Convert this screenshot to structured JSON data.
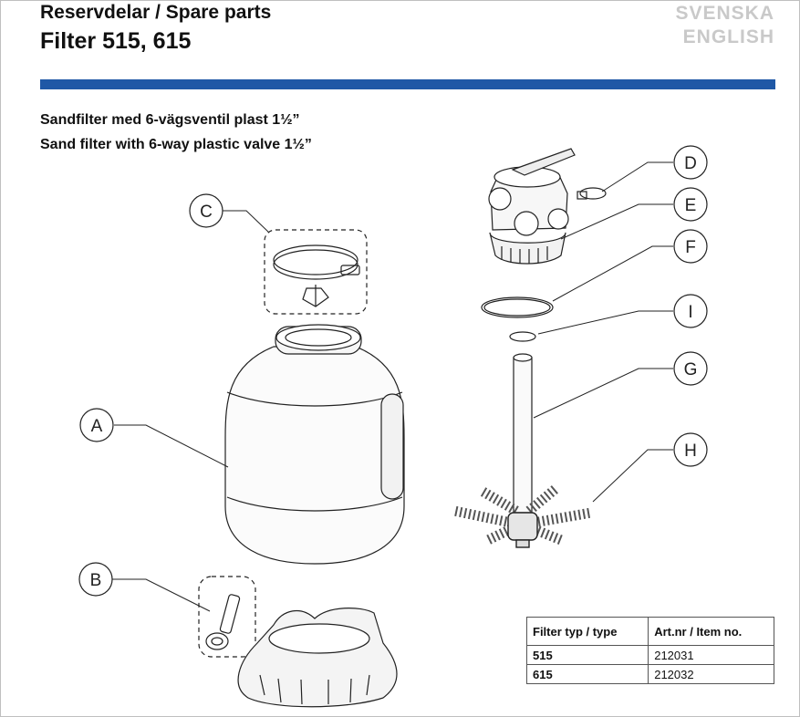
{
  "header": {
    "title_line1": "Reservdelar / Spare parts",
    "title_line2": "Filter 515, 615",
    "lang_primary": "SVENSKA",
    "lang_secondary": "ENGLISH",
    "accent_color": "#1f58a6"
  },
  "subtitle": {
    "swedish": "Sandfilter med 6-vägsventil plast 1½”",
    "english": "Sand filter with 6-way plastic valve 1½”"
  },
  "callouts": [
    "A",
    "B",
    "C",
    "D",
    "E",
    "F",
    "I",
    "G",
    "H"
  ],
  "parts_table": {
    "headers": [
      "Filter typ / type",
      "Art.nr / Item no."
    ],
    "rows": [
      [
        "515",
        "212031"
      ],
      [
        "615",
        "212032"
      ]
    ]
  }
}
